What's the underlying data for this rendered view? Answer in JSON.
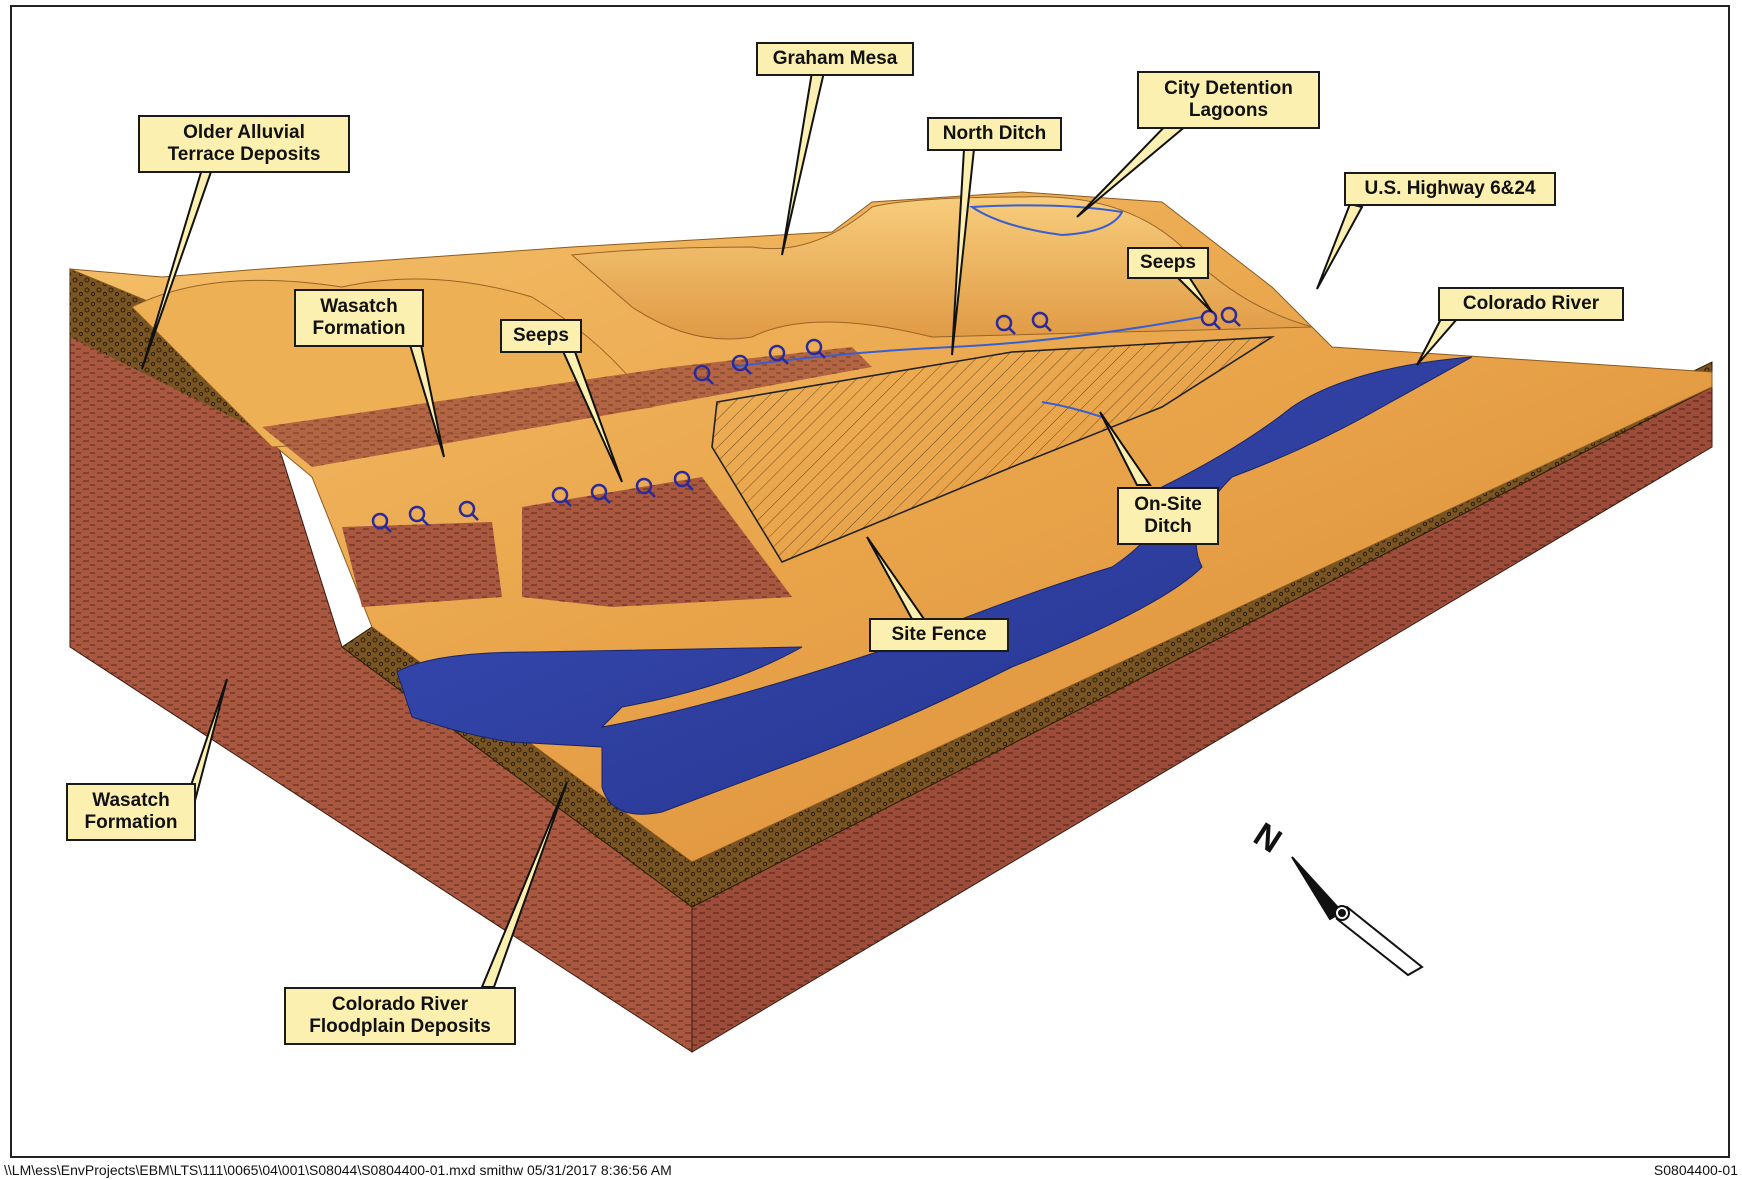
{
  "labels": {
    "older_alluvial": "Older Alluvial\nTerrace Deposits",
    "graham_mesa": "Graham Mesa",
    "city_lagoons": "City Detention\nLagoons",
    "north_ditch": "North Ditch",
    "highway": "U.S. Highway 6&24",
    "seeps_right": "Seeps",
    "colorado_river": "Colorado River",
    "wasatch_upper": "Wasatch\nFormation",
    "seeps_left": "Seeps",
    "onsite_ditch": "On-Site\nDitch",
    "site_fence": "Site Fence",
    "wasatch_lower": "Wasatch\nFormation",
    "floodplain": "Colorado River\nFloodplain Deposits"
  },
  "north_arrow": {
    "label": "N"
  },
  "footer": {
    "path": "\\\\LM\\ess\\EnvProjects\\EBM\\LTS\\111\\0065\\04\\001\\S08044\\S0804400-01.mxd smithw 05/31/2017 8:36:56 AM",
    "figure_id": "S0804400-01"
  },
  "colors": {
    "terrain": "#e9a44a",
    "terrain_light": "#f6c56c",
    "wasatch": "#a9573f",
    "alluvium": "#6b4a1c",
    "river": "#2e3f9e",
    "callout_fill": "#fbf0b0"
  }
}
